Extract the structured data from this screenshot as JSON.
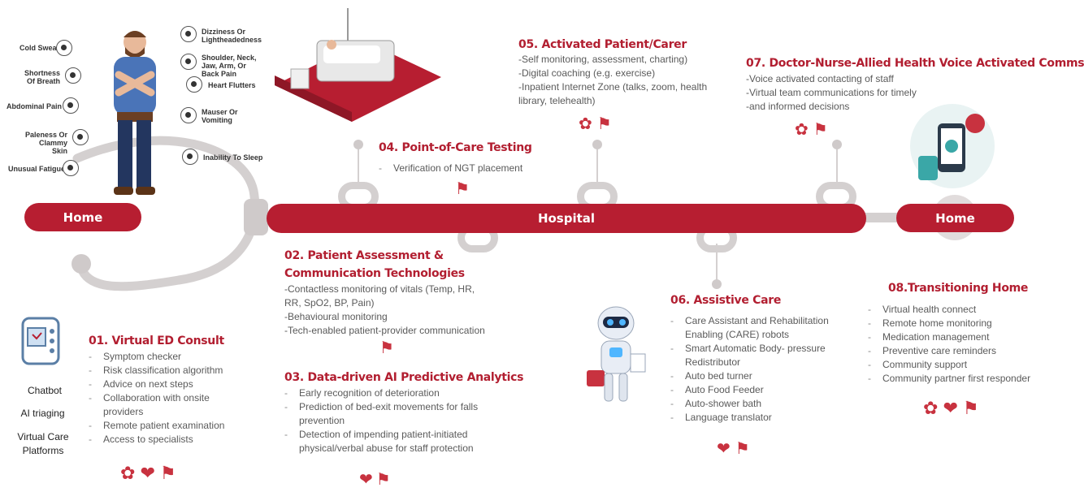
{
  "bar": {
    "home_left": "Home",
    "hospital": "Hospital",
    "home_right": "Home"
  },
  "symptoms": [
    {
      "label": "Cold Sweat",
      "icon": "drop-icon"
    },
    {
      "label": "Shortness Of Breath",
      "icon": "lungs-icon"
    },
    {
      "label": "Abdominal Pain",
      "icon": "stomach-icon"
    },
    {
      "label": "Paleness Or Clammy Skin",
      "icon": "hand-icon"
    },
    {
      "label": "Unusual Fatigue",
      "icon": "battery-icon"
    },
    {
      "label": "Dizziness Or Lightheadedness",
      "icon": "head-icon"
    },
    {
      "label": "Shoulder, Neck, Jaw, Arm, Or Back Pain",
      "icon": "pain-icon"
    },
    {
      "label": "Heart Flutters",
      "icon": "heart-icon"
    },
    {
      "label": "Mauser Or Vomiting",
      "icon": "nausea-icon"
    },
    {
      "label": "Inability To Sleep",
      "icon": "bed-icon"
    }
  ],
  "s01": {
    "title": "01. Virtual ED Consult",
    "items": [
      "Symptom checker",
      "Risk classification algorithm",
      "Advice on next steps",
      "Collaboration with onsite providers",
      "Remote patient examination",
      "Access to specialists"
    ]
  },
  "left_labels": {
    "chatbot": "Chatbot",
    "triaging": "AI triaging",
    "platforms": "Virtual Care Platforms"
  },
  "s02": {
    "title1": "02. Patient Assessment &",
    "title2": "Communication Technologies",
    "items": [
      "-Contactless monitoring of vitals (Temp, HR, RR, SpO2, BP, Pain)",
      "-Behavioural monitoring",
      "-Tech-enabled patient-provider communication"
    ]
  },
  "s03": {
    "title": "03. Data-driven AI Predictive Analytics",
    "items": [
      "Early recognition of deterioration",
      "Prediction of bed-exit movements for falls prevention",
      "Detection of impending patient-initiated physical/verbal abuse for staff protection"
    ]
  },
  "s04": {
    "title": "04. Point-of-Care Testing",
    "items": [
      "Verification of NGT placement"
    ]
  },
  "s05": {
    "title": "05. Activated Patient/Carer",
    "items": [
      "-Self monitoring, assessment, charting)",
      "-Digital coaching (e.g. exercise)",
      "-Inpatient Internet Zone (talks, zoom, health library, telehealth)"
    ]
  },
  "s06": {
    "title": "06. Assistive Care",
    "items": [
      "Care Assistant and Rehabilitation Enabling (CARE) robots",
      "Smart Automatic Body- pressure Redistributor",
      "Auto bed turner",
      "Auto Food Feeder",
      "Auto-shower bath",
      "Language translator"
    ]
  },
  "s07": {
    "title": "07. Doctor-Nurse-Allied Health Voice Activated Comms",
    "items": [
      "-Voice activated contacting of staff",
      "-Virtual team communications for timely",
      "-and informed decisions"
    ]
  },
  "s08": {
    "title": "08.Transitioning Home",
    "items": [
      "Virtual health connect",
      "Remote home monitoring",
      "Medication management",
      "Preventive care reminders",
      "Community support",
      "Community partner first responder"
    ]
  },
  "colors": {
    "accent": "#b71e31",
    "tube": "#d4d0d0",
    "icon": "#c8323f"
  }
}
